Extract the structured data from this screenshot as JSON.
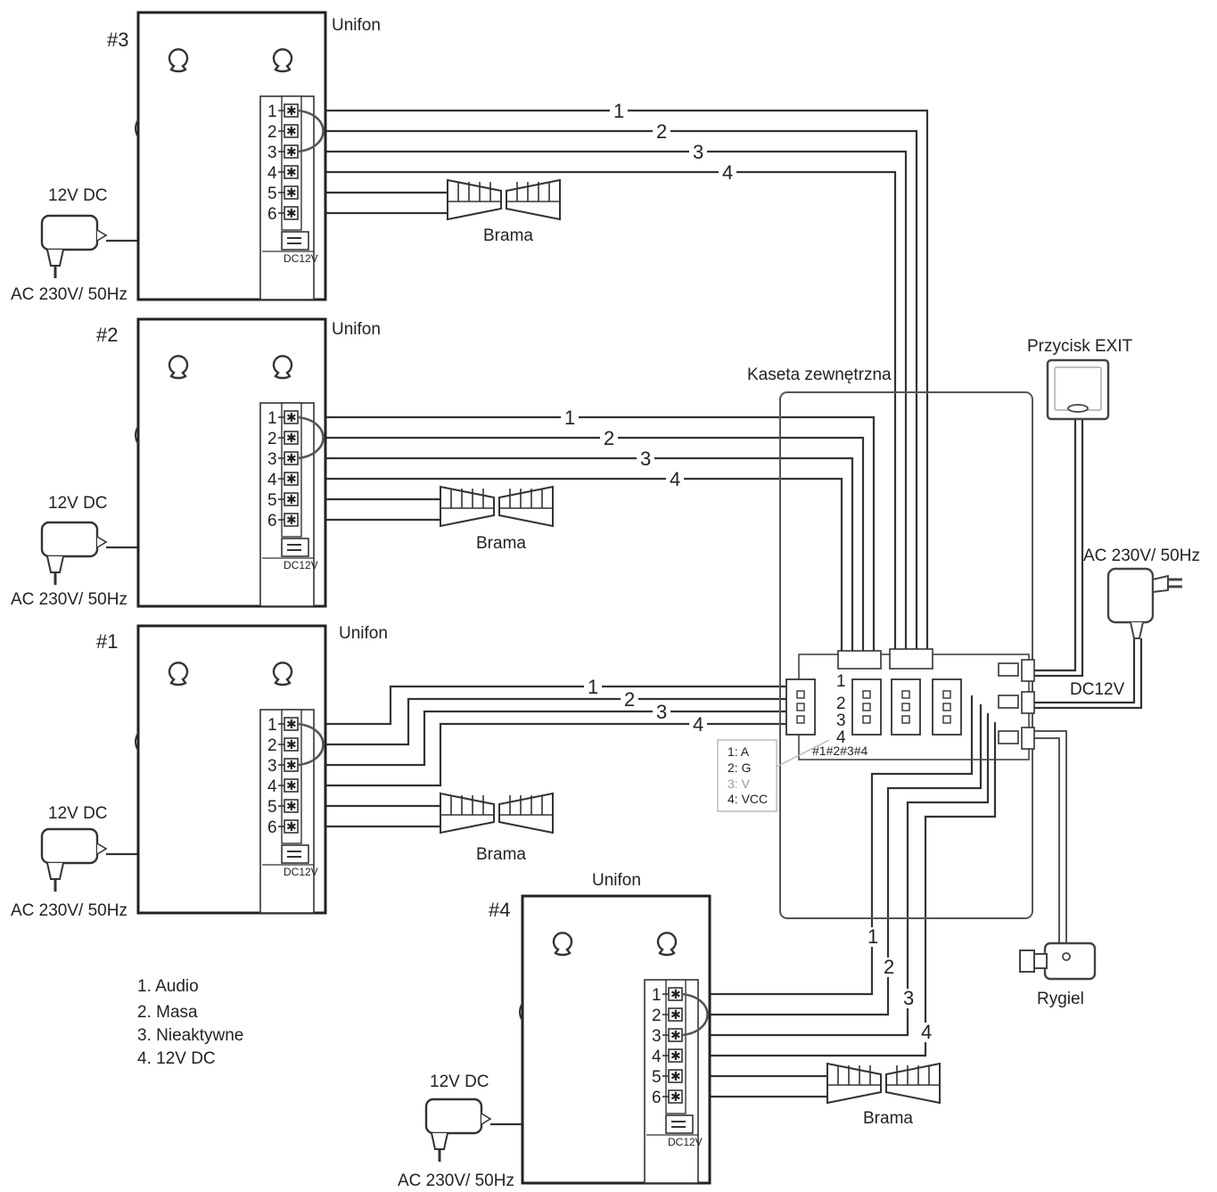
{
  "unit_label": "Unifon",
  "gate_label": "Brama",
  "adapter_label": "12V DC",
  "mains_label": "AC 230V/ 50Hz",
  "dc_jack_label": "DC12V",
  "terminal_numbers": [
    "1",
    "2",
    "3",
    "4",
    "5",
    "6"
  ],
  "wire_numbers": [
    "1",
    "2",
    "3",
    "4"
  ],
  "units": [
    {
      "id": "#3"
    },
    {
      "id": "#2"
    },
    {
      "id": "#1"
    },
    {
      "id": "#4"
    }
  ],
  "outdoor": {
    "title": "Kaseta zewnętrzna",
    "port_numbers": [
      "1",
      "2",
      "3",
      "4"
    ],
    "port_ids": "#1#2#3#4",
    "pin_legend": [
      "1: A",
      "2: G",
      "3: V",
      "4: VCC"
    ],
    "dc_label": "DC12V"
  },
  "exit_button": {
    "label": "Przycisk EXIT"
  },
  "mains_right": {
    "label": "AC 230V/ 50Hz"
  },
  "lock": {
    "label": "Rygiel"
  },
  "legend": [
    "1. Audio",
    "2. Masa",
    "3. Nieaktywne",
    "4. 12V DC"
  ],
  "colors": {
    "line": "#333333",
    "light_grey": "#999999"
  }
}
